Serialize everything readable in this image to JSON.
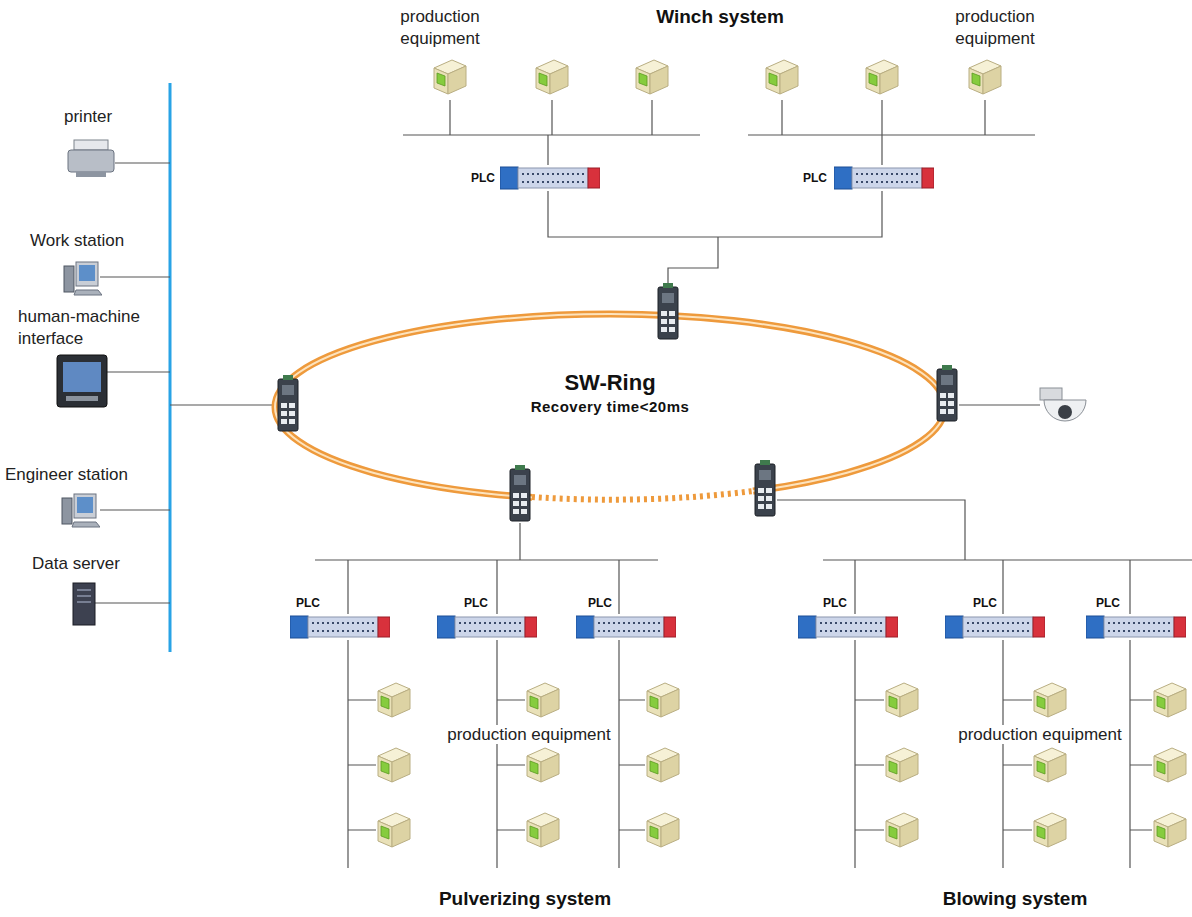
{
  "diagram": {
    "nodes": [
      {
        "text": [
          "PLC"
        ]
      },
      {
        "text": [
          "PLC"
        ]
      },
      {
        "text": [
          "printer"
        ]
      },
      {
        "text": [
          "Work station"
        ]
      },
      {
        "text": [
          "human-machine interface"
        ]
      },
      {
        "text": [
          "Engineer station"
        ]
      },
      {
        "text": [
          "Data server"
        ]
      },
      {
        "text": [
          "PLC"
        ]
      },
      {
        "text": [
          "PLC"
        ]
      },
      {
        "text": [
          "PLC"
        ]
      },
      {
        "text": [
          "PLC"
        ]
      },
      {
        "text": [
          "PLC"
        ]
      },
      {
        "text": [
          "PLC"
        ]
      }
    ],
    "labels": [
      "Winch system",
      "production equipment",
      "production equipment",
      "SW-Ring",
      "Recovery time<20ms",
      "production equipment",
      "production equipment",
      "Pulverizing system",
      "Blowing system"
    ]
  }
}
